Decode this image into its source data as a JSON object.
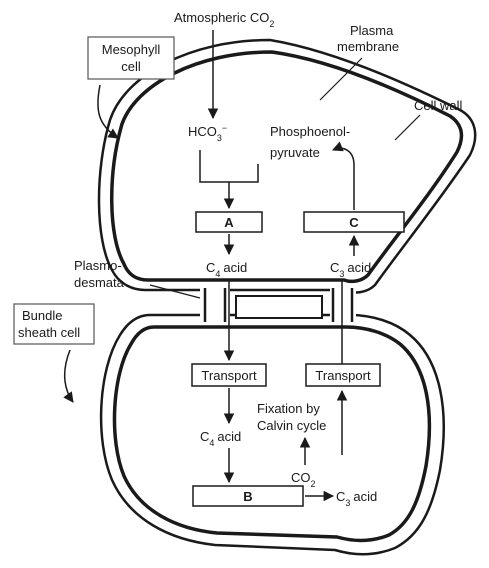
{
  "labels": {
    "atmospheric": "Atmospheric CO",
    "atmospheric_sub": "2",
    "plasma": "Plasma",
    "membrane": "membrane",
    "cell_wall": "Cell wall",
    "mesophyll_1": "Mesophyll",
    "mesophyll_2": "cell",
    "hco3": "HCO",
    "hco3_sub": "3",
    "hco3_sup": "−",
    "pep_1": "Phosphoenol-",
    "pep_2": "pyruvate",
    "box_a": "A",
    "box_c": "C",
    "c4_prefix": "C",
    "c4_sub": "4",
    "c3_prefix": "C",
    "c3_sub": "3",
    "acid": "acid",
    "plasmo_1": "Plasmo-",
    "plasmo_2": "desmata",
    "bundle_1": "Bundle",
    "bundle_2": "sheath cell",
    "transport_left": "Transport",
    "transport_right": "Transport",
    "fixation_1": "Fixation by",
    "fixation_2": "Calvin cycle",
    "c4_lower_prefix": "C",
    "c4_lower_sub": "4",
    "co2_prefix": "CO",
    "co2_sub": "2",
    "box_b": "B",
    "c3_lower_prefix": "C",
    "c3_lower_sub": "3"
  }
}
